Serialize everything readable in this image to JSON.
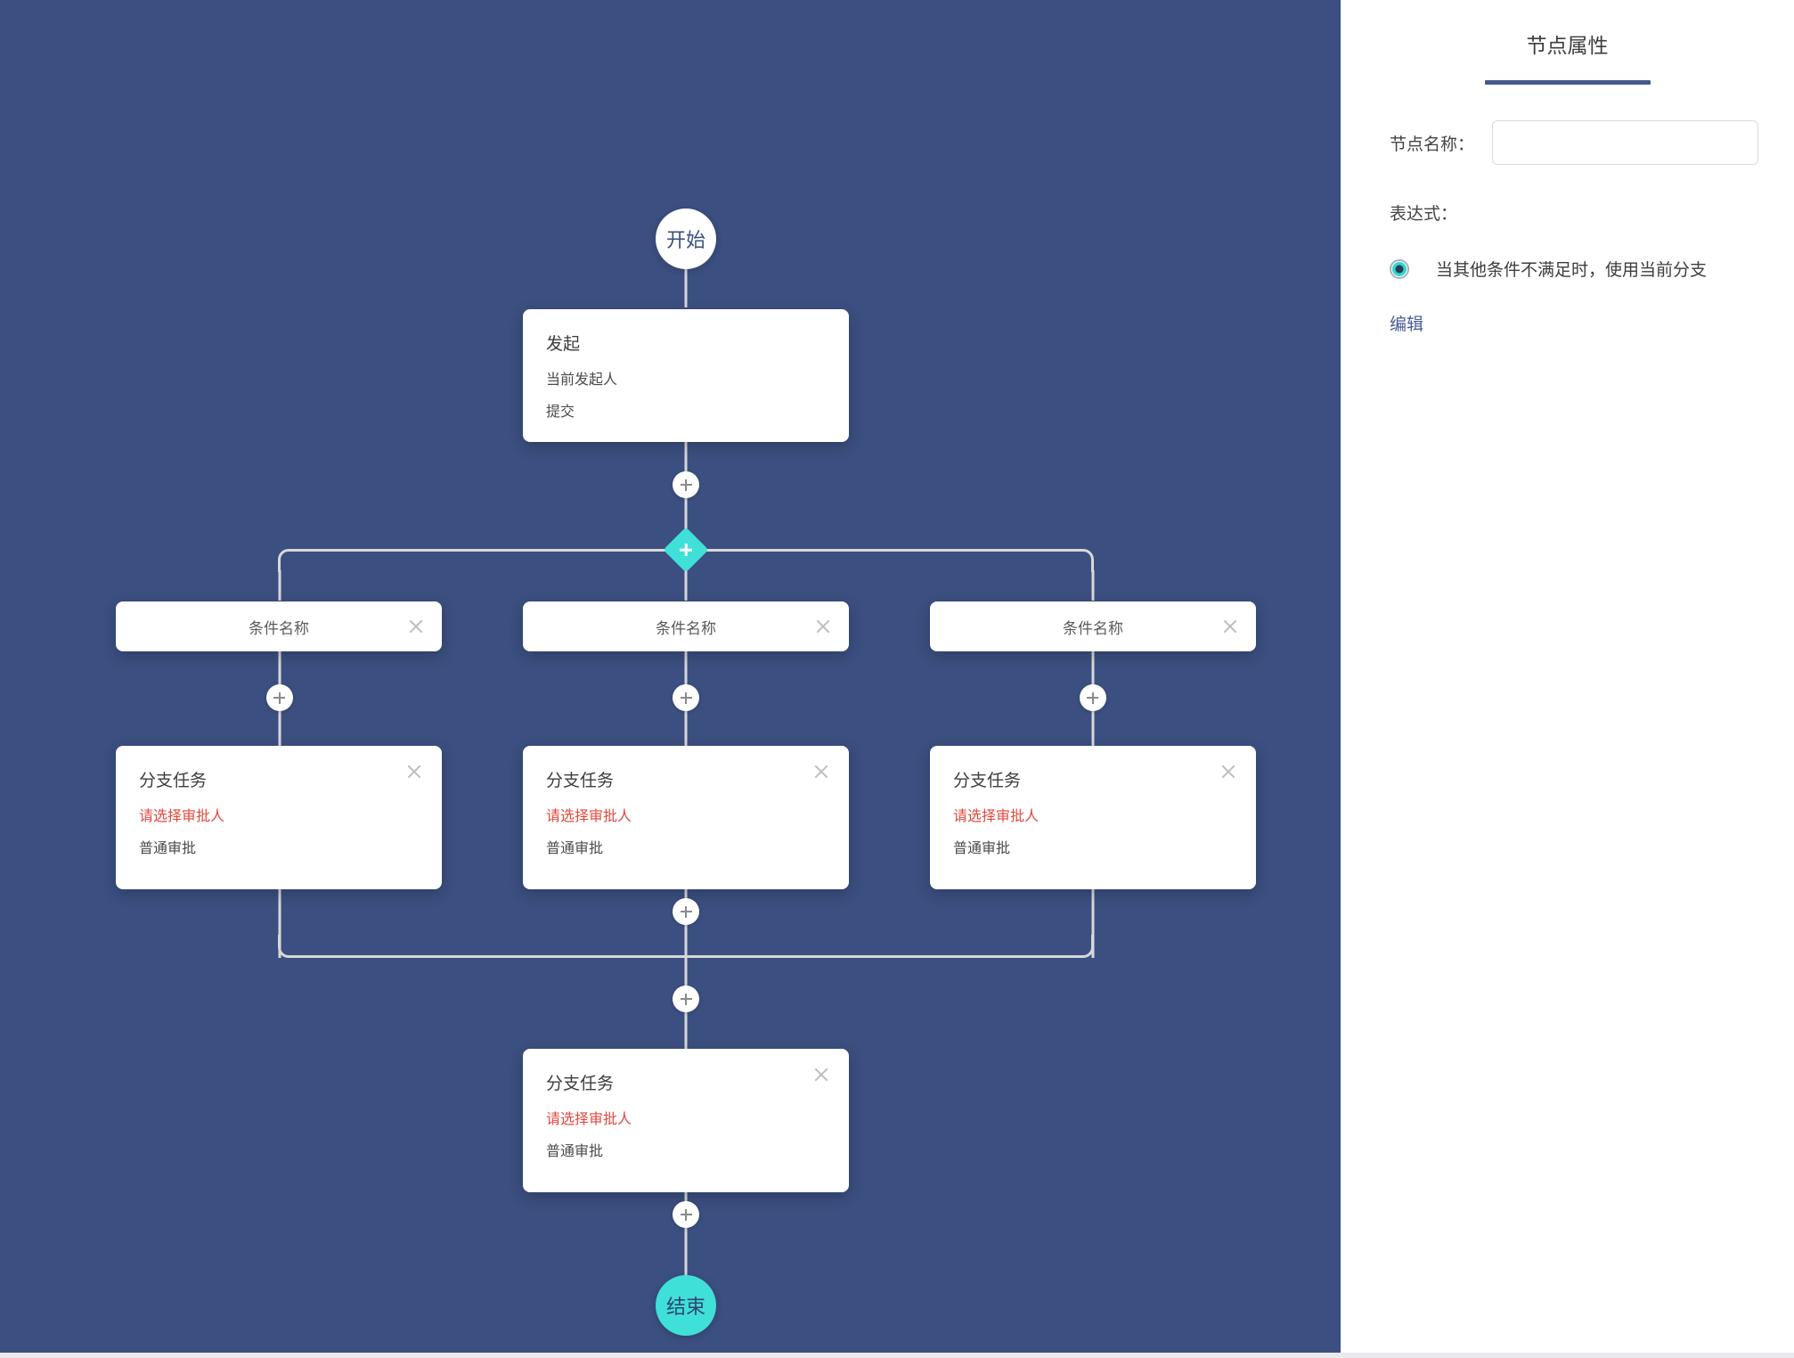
{
  "canvas": {
    "background_color": "#3b4f80",
    "start_node": {
      "label": "开始"
    },
    "end_node": {
      "label": "结束"
    },
    "initiator_card": {
      "title": "发起",
      "line1": "当前发起人",
      "line2": "提交"
    },
    "gateway": {
      "icon": "plus-icon",
      "color": "#3fe0d8"
    },
    "conditions": [
      {
        "label": "条件名称",
        "close_icon": "close-icon"
      },
      {
        "label": "条件名称",
        "close_icon": "close-icon"
      },
      {
        "label": "条件名称",
        "close_icon": "close-icon"
      }
    ],
    "branch_tasks": [
      {
        "title": "分支任务",
        "approver": "请选择审批人",
        "type": "普通审批",
        "close_icon": "close-icon"
      },
      {
        "title": "分支任务",
        "approver": "请选择审批人",
        "type": "普通审批",
        "close_icon": "close-icon"
      },
      {
        "title": "分支任务",
        "approver": "请选择审批人",
        "type": "普通审批",
        "close_icon": "close-icon"
      }
    ],
    "final_task": {
      "title": "分支任务",
      "approver": "请选择审批人",
      "type": "普通审批",
      "close_icon": "close-icon"
    },
    "add_buttons": [
      {
        "name": "add-node-after-initiator",
        "icon": "plus-icon"
      },
      {
        "name": "add-node-branch-1",
        "icon": "plus-icon"
      },
      {
        "name": "add-node-branch-2",
        "icon": "plus-icon"
      },
      {
        "name": "add-node-branch-3",
        "icon": "plus-icon"
      },
      {
        "name": "add-node-after-branches",
        "icon": "plus-icon"
      },
      {
        "name": "add-node-before-final",
        "icon": "plus-icon"
      },
      {
        "name": "add-node-before-end",
        "icon": "plus-icon"
      }
    ],
    "warn_color": "#e2483e",
    "accent_color": "#3fe0d8"
  },
  "panel": {
    "title": "节点属性",
    "accent_color": "#44598c",
    "node_name": {
      "label": "节点名称：",
      "value": "",
      "placeholder": ""
    },
    "expression": {
      "label": "表达式：",
      "option_label": "当其他条件不满足时，使用当前分支",
      "option_selected": true
    },
    "edit_link": "编辑"
  }
}
